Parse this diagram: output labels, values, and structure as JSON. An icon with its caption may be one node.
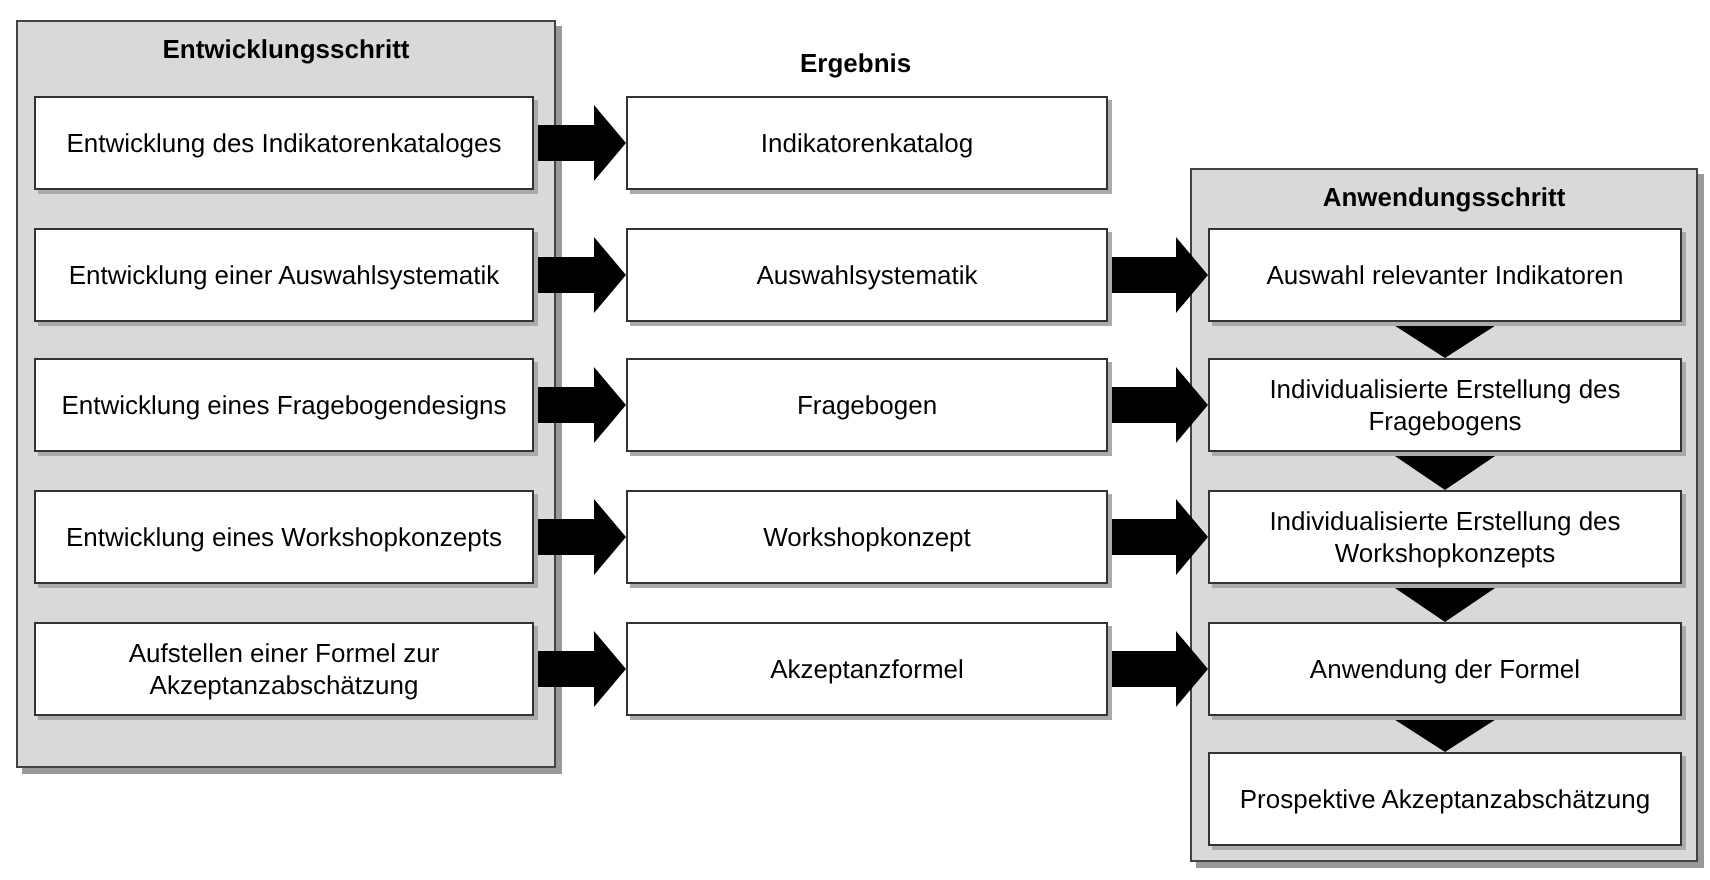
{
  "diagram": {
    "nodes": [
      {
        "text": [
          "Entwicklungsschritt"
        ]
      },
      {
        "text": [
          "Entwicklung des Indikatorenkataloges"
        ],
        "in": 0
      },
      {
        "text": [
          "Entwicklung einer Auswahlsystematik"
        ],
        "in": 0
      },
      {
        "text": [
          "Entwicklung eines Fragebogendesigns"
        ],
        "in": 0
      },
      {
        "text": [
          "Entwicklung eines Workshopkonzepts"
        ],
        "in": 0
      },
      {
        "text": [
          "Aufstellen einer Formel zur Akzeptanzabschätzung"
        ],
        "in": 0
      },
      {
        "text": [
          "Indikatorenkatalog"
        ]
      },
      {
        "text": [
          "Auswahlsystematik"
        ]
      },
      {
        "text": [
          "Fragebogen"
        ]
      },
      {
        "text": [
          "Workshopkonzept"
        ]
      },
      {
        "text": [
          "Akzeptanzformel"
        ]
      },
      {
        "text": [
          "Anwendungsschritt"
        ]
      },
      {
        "text": [
          "Auswahl relevanter Indikatoren"
        ],
        "in": 11
      },
      {
        "text": [
          "Individualisierte Erstellung des Fragebogens"
        ],
        "in": 11
      },
      {
        "text": [
          "Individualisierte Erstellung des Workshopkonzepts"
        ],
        "in": 11
      },
      {
        "text": [
          "Anwendung der Formel"
        ],
        "in": 11
      },
      {
        "text": [
          "Prospektive Akzeptanzabschätzung"
        ],
        "in": 11
      }
    ],
    "edges": [
      {
        "from": 1,
        "to": 6,
        "arrow": "to"
      },
      {
        "from": 2,
        "to": 7,
        "arrow": "to"
      },
      {
        "from": 3,
        "to": 8,
        "arrow": "to"
      },
      {
        "from": 4,
        "to": 9,
        "arrow": "to"
      },
      {
        "from": 5,
        "to": 10,
        "arrow": "to"
      },
      {
        "from": 7,
        "to": 12,
        "arrow": "to"
      },
      {
        "from": 8,
        "to": 13,
        "arrow": "to"
      },
      {
        "from": 9,
        "to": 14,
        "arrow": "to"
      },
      {
        "from": 10,
        "to": 15,
        "arrow": "to"
      },
      {
        "from": 12,
        "to": 13,
        "arrow": "to"
      },
      {
        "from": 13,
        "to": 14,
        "arrow": "to"
      },
      {
        "from": 14,
        "to": 15,
        "arrow": "to"
      },
      {
        "from": 15,
        "to": 16,
        "arrow": "to"
      }
    ],
    "labels": [
      "Ergebnis"
    ]
  }
}
